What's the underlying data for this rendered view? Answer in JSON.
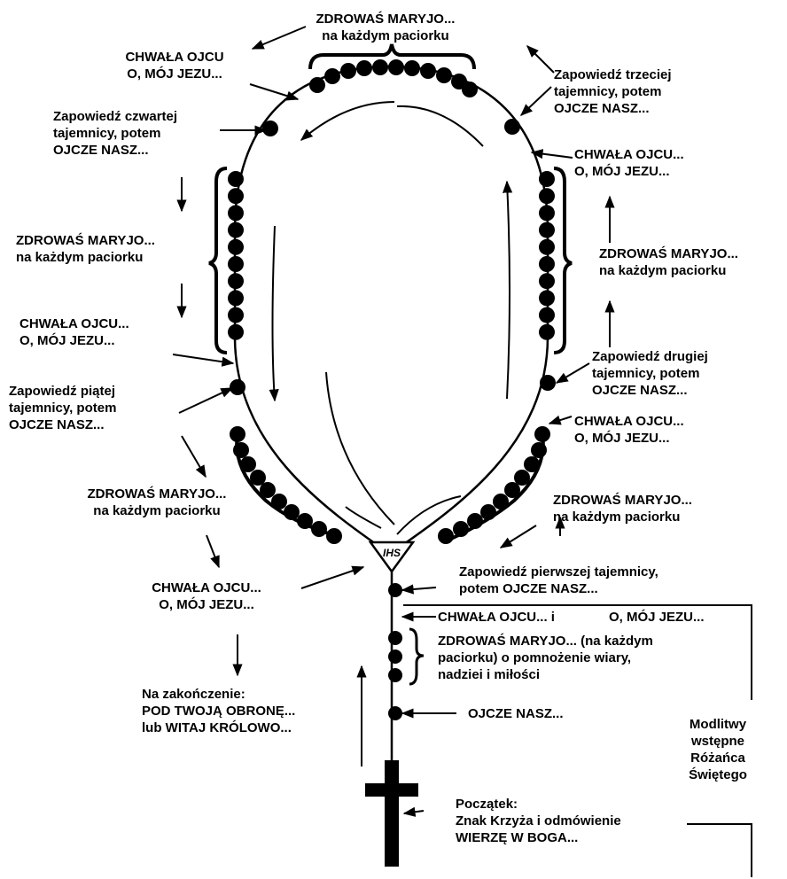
{
  "ihs_text": "IHS",
  "labels": {
    "top_hail": [
      "ZDROWAŚ MARYJO...",
      "na każdym paciorku"
    ],
    "top_left_glory": [
      "CHWAŁA OJCU",
      "O, MÓJ JEZU..."
    ],
    "third_mystery": [
      "Zapowiedź trzeciej",
      "tajemnicy, potem",
      "OJCZE NASZ..."
    ],
    "fourth_mystery": [
      "Zapowiedź czwartej",
      "tajemnicy, potem",
      "OJCZE NASZ..."
    ],
    "right_glory_upper": [
      "CHWAŁA OJCU...",
      "O, MÓJ JEZU..."
    ],
    "left_hail": [
      "ZDROWAŚ MARYJO...",
      "na każdym paciorku"
    ],
    "right_hail": [
      "ZDROWAŚ MARYJO...",
      "na każdym paciorku"
    ],
    "left_glory": [
      "CHWAŁA OJCU...",
      "O, MÓJ JEZU..."
    ],
    "second_mystery": [
      "Zapowiedź drugiej",
      "tajemnicy, potem",
      "OJCZE NASZ..."
    ],
    "fifth_mystery": [
      "Zapowiedź piątej",
      "tajemnicy, potem",
      "OJCZE NASZ..."
    ],
    "right_glory_lower": [
      "CHWAŁA OJCU...",
      "O, MÓJ JEZU..."
    ],
    "bottom_left_hail": [
      "ZDROWAŚ MARYJO...",
      "na każdym paciorku"
    ],
    "bottom_right_hail": [
      "ZDROWAŚ MARYJO...",
      "na każdym paciorku"
    ],
    "first_mystery": [
      "Zapowiedź pierwszej tajemnicy,",
      "potem OJCZE NASZ..."
    ],
    "final_glory": [
      "CHWAŁA OJCU...",
      "O, MÓJ JEZU..."
    ],
    "pendant_glory": "CHWAŁA OJCU... i",
    "pendant_jesus": "O, MÓJ JEZU...",
    "pendant_hail": [
      "ZDROWAŚ MARYJO... (na każdym",
      "paciorku) o pomnożenie wiary,",
      "nadziei i miłości"
    ],
    "ending": [
      "Na zakończenie:",
      "POD TWOJĄ OBRONĘ...",
      "lub WITAJ KRÓLOWO..."
    ],
    "pendant_our_father": "OJCZE NASZ...",
    "intro_prayers": [
      "Modlitwy",
      "wstępne",
      "Różańca",
      "Świętego"
    ],
    "beginning": [
      "Początek:",
      "Znak Krzyża i odmówienie",
      "WIERZĘ W BOGA..."
    ]
  }
}
